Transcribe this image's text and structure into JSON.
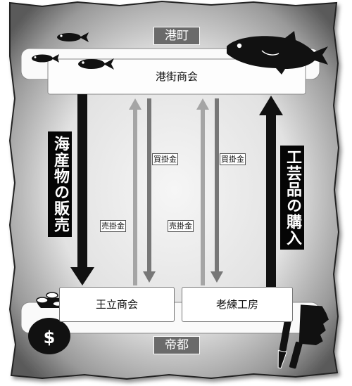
{
  "regions": {
    "top": "港町",
    "bottom": "帝都"
  },
  "entities": {
    "port_guild": "港街商会",
    "royal_guild": "王立商会",
    "workshop": "老練工房"
  },
  "flows": {
    "left": "海産物の販売",
    "right": "工芸品の購入",
    "payable_1": "買掛金",
    "payable_2": "買掛金",
    "receivable_1": "売掛金",
    "receivable_2": "売掛金"
  },
  "icons": [
    "fish-icon",
    "tuna-icon",
    "money-bag-icon",
    "hammer-icon",
    "chisel-icon"
  ],
  "colors": {
    "dark_arrow": "#111111",
    "light_arrow": "#a5a5a5",
    "mid_arrow": "#777777",
    "region_bg": "#6a6a6a"
  }
}
